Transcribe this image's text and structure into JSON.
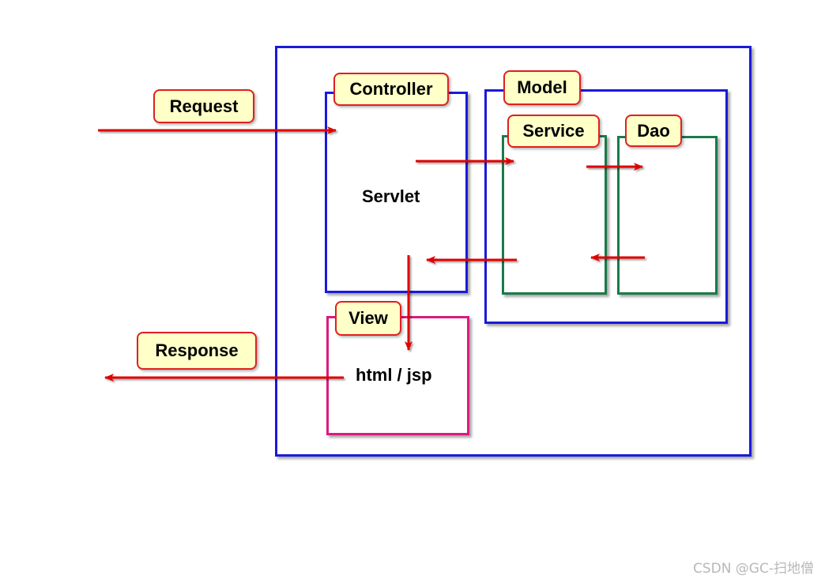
{
  "labels": {
    "request": "Request",
    "response": "Response",
    "controller": "Controller",
    "servlet": "Servlet",
    "model": "Model",
    "service": "Service",
    "dao": "Dao",
    "view": "View",
    "html_jsp": "html / jsp"
  },
  "watermark": "CSDN @GC-扫地僧",
  "colors": {
    "container": "#1a1adb",
    "layer": "#1a7a4a",
    "view": "#dd1a80",
    "arrow": "#e00000",
    "tag_fill": "#ffffc8",
    "tag_border": "#e02020"
  }
}
